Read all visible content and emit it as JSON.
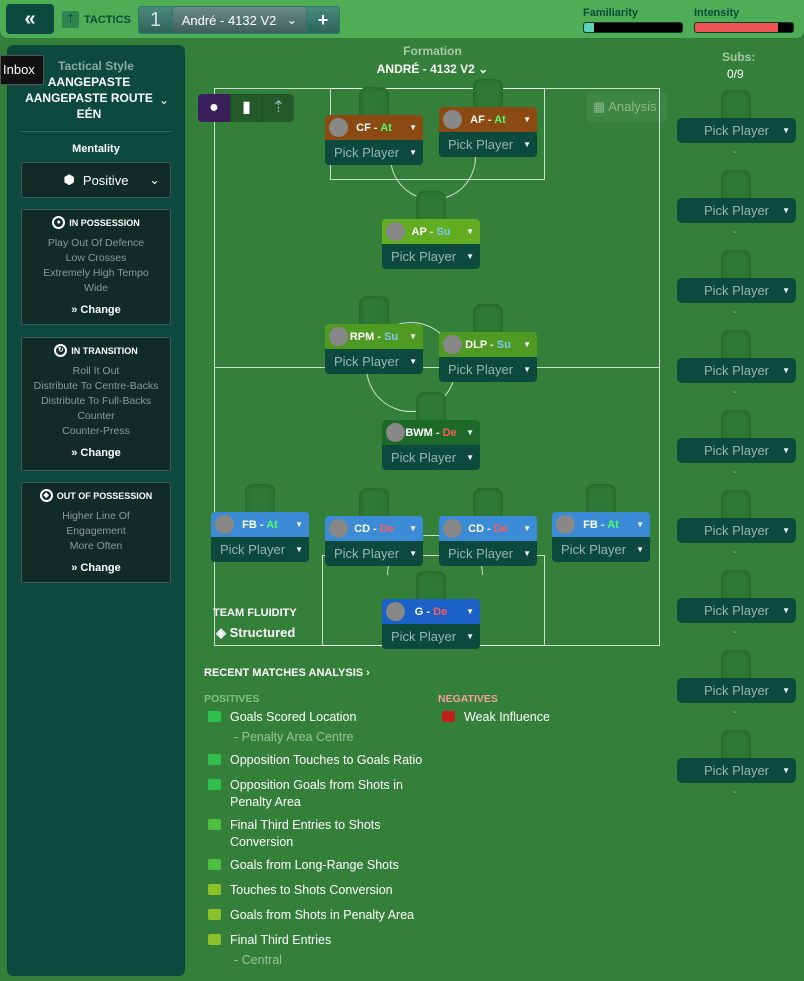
{
  "topbar": {
    "back": "«",
    "tactics_label": "TACTICS",
    "slot_number": "1",
    "tactic_name": "André - 4132 V2",
    "add": "+",
    "familiarity_label": "Familiarity",
    "familiarity_value": 0.1,
    "intensity_label": "Intensity",
    "intensity_value": 0.85
  },
  "inbox": "Inbox",
  "left": {
    "style_label": "Tactical Style",
    "style_value": "AANGEPASTE AANGEPASTE ROUTE EÉN",
    "mentality_label": "Mentality",
    "mentality_value": "Positive",
    "in_possession": {
      "title": "IN POSSESSION",
      "items": [
        "Play Out Of Defence",
        "Low Crosses",
        "Extremely High Tempo",
        "Wide"
      ],
      "change": "Change"
    },
    "in_transition": {
      "title": "IN TRANSITION",
      "items": [
        "Roll It Out",
        "Distribute To Centre-Backs",
        "Distribute To Full-Backs",
        "Counter",
        "Counter-Press"
      ],
      "change": "Change"
    },
    "out_of_possession": {
      "title": "OUT OF POSSESSION",
      "items": [
        "Higher Line Of",
        "Engagement",
        "More Often"
      ],
      "change": "Change"
    }
  },
  "formation": {
    "label": "Formation",
    "name": "ANDRÉ - 4132 V2",
    "analysis": "Analysis"
  },
  "players": [
    {
      "role": "CF",
      "duty": "At",
      "pick": "Pick Player",
      "color": "#8a4a12"
    },
    {
      "role": "AF",
      "duty": "At",
      "pick": "Pick Player",
      "color": "#8a4a12"
    },
    {
      "role": "AP",
      "duty": "Su",
      "pick": "Pick Player",
      "color": "#62ad22"
    },
    {
      "role": "RPM",
      "duty": "Su",
      "pick": "Pick Player",
      "color": "#4f9a22"
    },
    {
      "role": "DLP",
      "duty": "Su",
      "pick": "Pick Player",
      "color": "#4f9a22"
    },
    {
      "role": "BWM",
      "duty": "De",
      "pick": "Pick Player",
      "color": "#1c6a28"
    },
    {
      "role": "FB",
      "duty": "At",
      "pick": "Pick Player",
      "color": "#3b8bd6"
    },
    {
      "role": "CD",
      "duty": "De",
      "pick": "Pick Player",
      "color": "#3b8bd6"
    },
    {
      "role": "CD",
      "duty": "De",
      "pick": "Pick Player",
      "color": "#3b8bd6"
    },
    {
      "role": "FB",
      "duty": "At",
      "pick": "Pick Player",
      "color": "#3b8bd6"
    },
    {
      "role": "G",
      "duty": "De",
      "pick": "Pick Player",
      "color": "#1a62c8"
    }
  ],
  "duty_colors": {
    "At": "#4cff6a",
    "Su": "#7ec8f0",
    "De": "#ff5a5a"
  },
  "fluidity": {
    "label": "TEAM FLUIDITY",
    "value": "Structured"
  },
  "subs": {
    "label": "Subs:",
    "count": "0/9",
    "pick": "Pick Player",
    "dash": "-",
    "n": 9
  },
  "analysis": {
    "title": "RECENT MATCHES ANALYSIS ›",
    "positives_label": "POSITIVES",
    "negatives_label": "NEGATIVES",
    "positives": [
      {
        "text": "Goals Scored Location",
        "sub": "- Penalty Area Centre"
      },
      {
        "text": "Opposition Touches to Goals Ratio"
      },
      {
        "text": "Opposition Goals from Shots in Penalty Area"
      },
      {
        "text": "Final Third Entries to Shots Conversion"
      },
      {
        "text": "Goals from Long-Range Shots"
      },
      {
        "text": "Touches to Shots Conversion"
      },
      {
        "text": "Goals from Shots in Penalty Area"
      },
      {
        "text": "Final Third Entries",
        "sub": "- Central"
      }
    ],
    "negatives": [
      {
        "text": "Weak Influence"
      }
    ]
  }
}
